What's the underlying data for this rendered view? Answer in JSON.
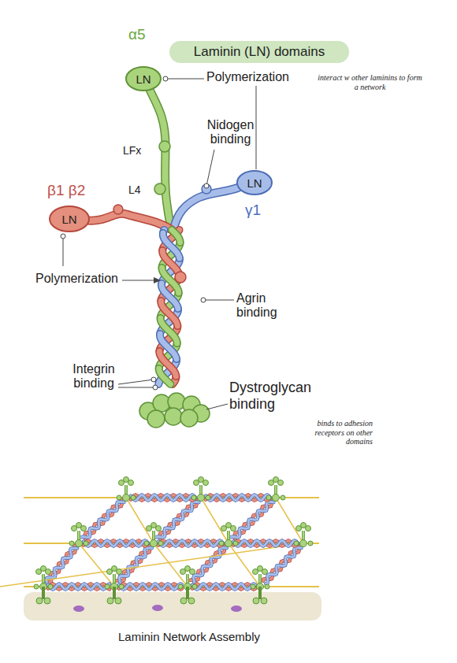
{
  "diagram": {
    "title": "Laminin (LN) domains",
    "caption": "Laminin Network Assembly",
    "nodes": [
      {
        "text": [
          "LN"
        ]
      },
      {
        "text": [
          "LN"
        ]
      },
      {
        "text": [
          "LN"
        ]
      }
    ],
    "labels": [
      "α5",
      "Polymerization",
      "interact w other laminins to form a network",
      "Nidogen binding",
      "LFx",
      "L4",
      "γ1",
      "β1 β2",
      "Polymerization",
      "Agrin binding",
      "Integrin binding",
      "Dystroglycan binding",
      "binds to adhesion receptors on other domains"
    ]
  }
}
